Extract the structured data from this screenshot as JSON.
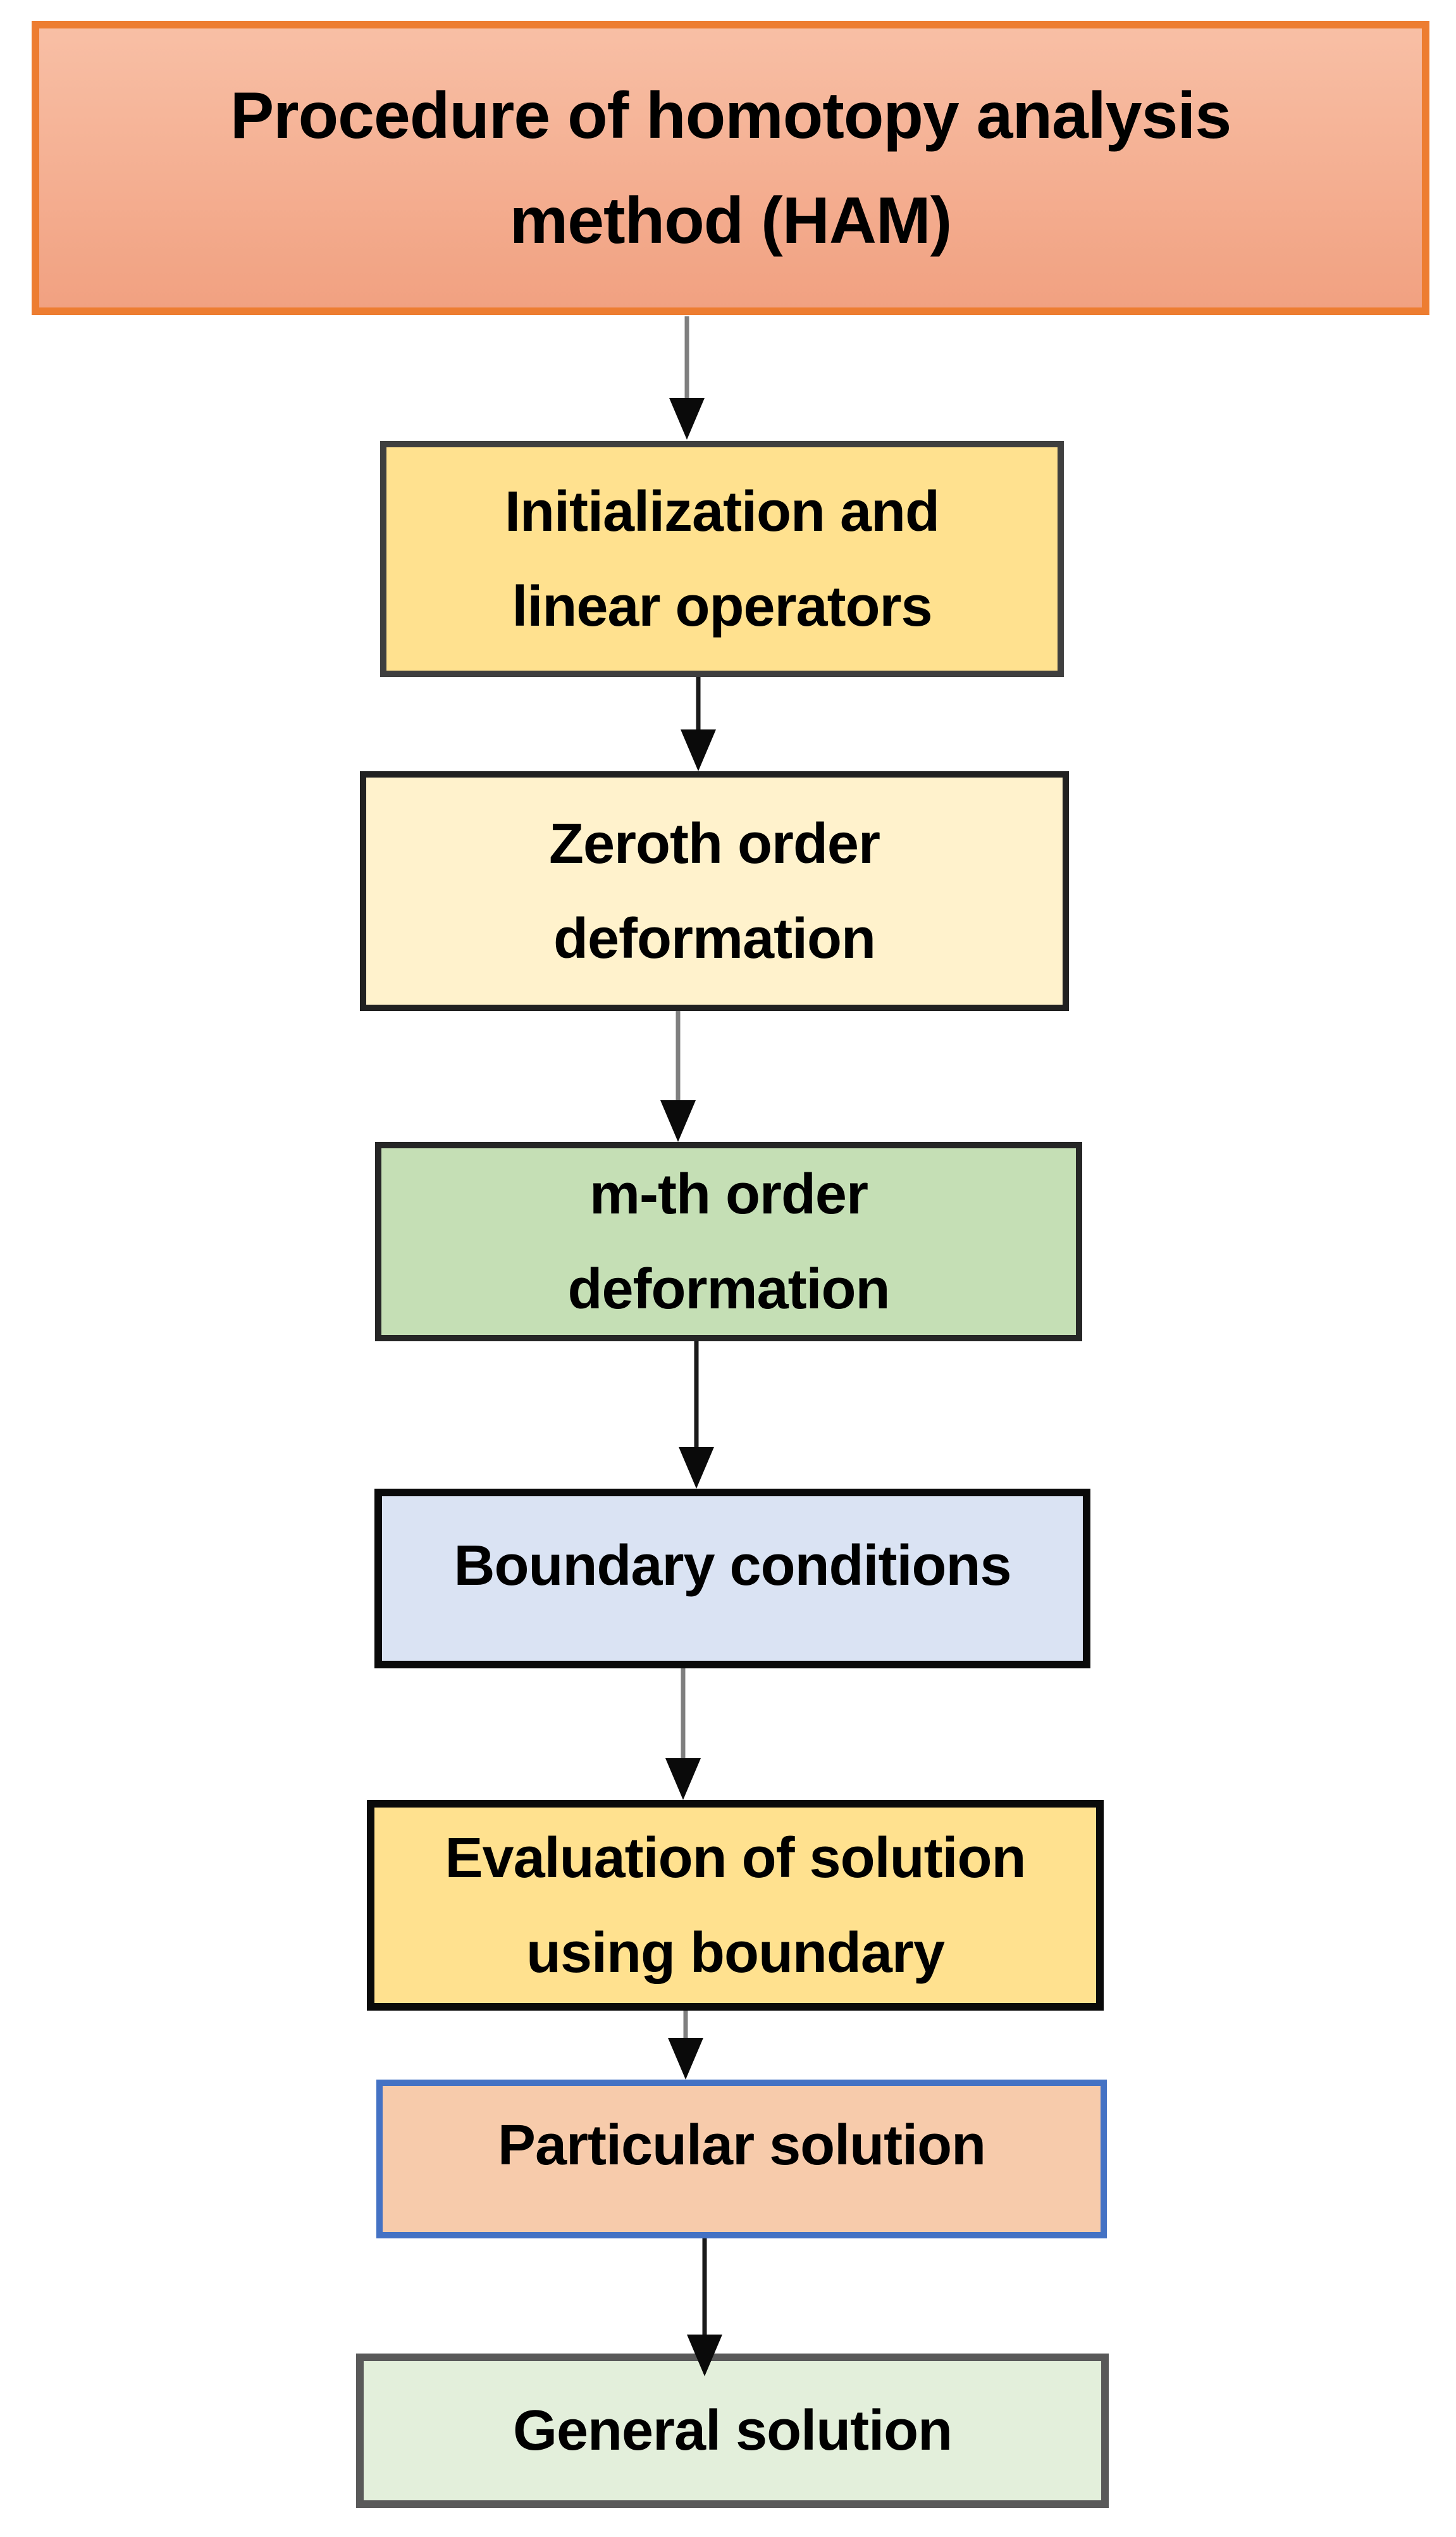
{
  "diagram": {
    "title": {
      "line1": "Procedure of homotopy analysis",
      "line2": "method (HAM)"
    },
    "header_colors": {
      "fill_top": "#F8BFA5",
      "fill_bottom": "#F1A181",
      "border": "#ED7D31"
    },
    "nodes": [
      {
        "line1": "Initialization and",
        "line2": "linear operators",
        "fill": "#FFE18F",
        "border": "#3F3F3F"
      },
      {
        "line1": "Zeroth order",
        "line2": "deformation",
        "fill": "#FFF2CC",
        "border": "#212121"
      },
      {
        "line1": "m-th order",
        "line2": "deformation",
        "fill": "#C5DFB5",
        "border": "#262626"
      },
      {
        "line1": "Boundary conditions",
        "fill": "#DAE3F3",
        "border": "#0A0A0A"
      },
      {
        "line1": "Evaluation of solution",
        "line2": "using boundary",
        "fill": "#FFE18F",
        "border": "#0A0A0A"
      },
      {
        "line1": "Particular solution",
        "fill": "#F7CBAB",
        "border": "#4472C4"
      },
      {
        "line1": "General solution",
        "fill": "#E3EFDB",
        "border": "#595959"
      }
    ],
    "arrow_colors": {
      "shaft_gray": "#7F7F7F",
      "shaft_dark": "#1A1A1A",
      "head": "#0A0A0A"
    }
  }
}
